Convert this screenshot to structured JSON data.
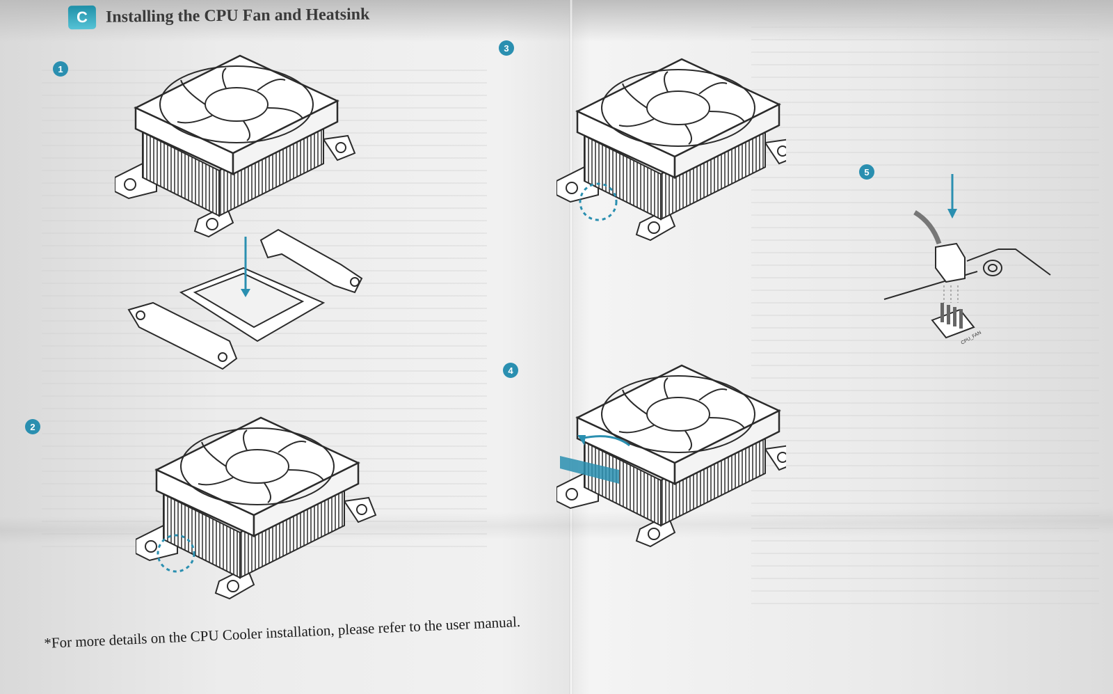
{
  "header": {
    "section_letter": "C",
    "title": "Installing the CPU Fan and Heatsink"
  },
  "steps": [
    {
      "number": "1"
    },
    {
      "number": "2"
    },
    {
      "number": "3"
    },
    {
      "number": "4"
    },
    {
      "number": "5"
    }
  ],
  "figures": {
    "header_label": "CPU_FAN"
  },
  "footer": {
    "note": "*For more details on the CPU Cooler installation, please refer to the user manual."
  },
  "colors": {
    "accent": "#2a8fb0",
    "line": "#2b2b2b",
    "paper": "#ececec"
  }
}
